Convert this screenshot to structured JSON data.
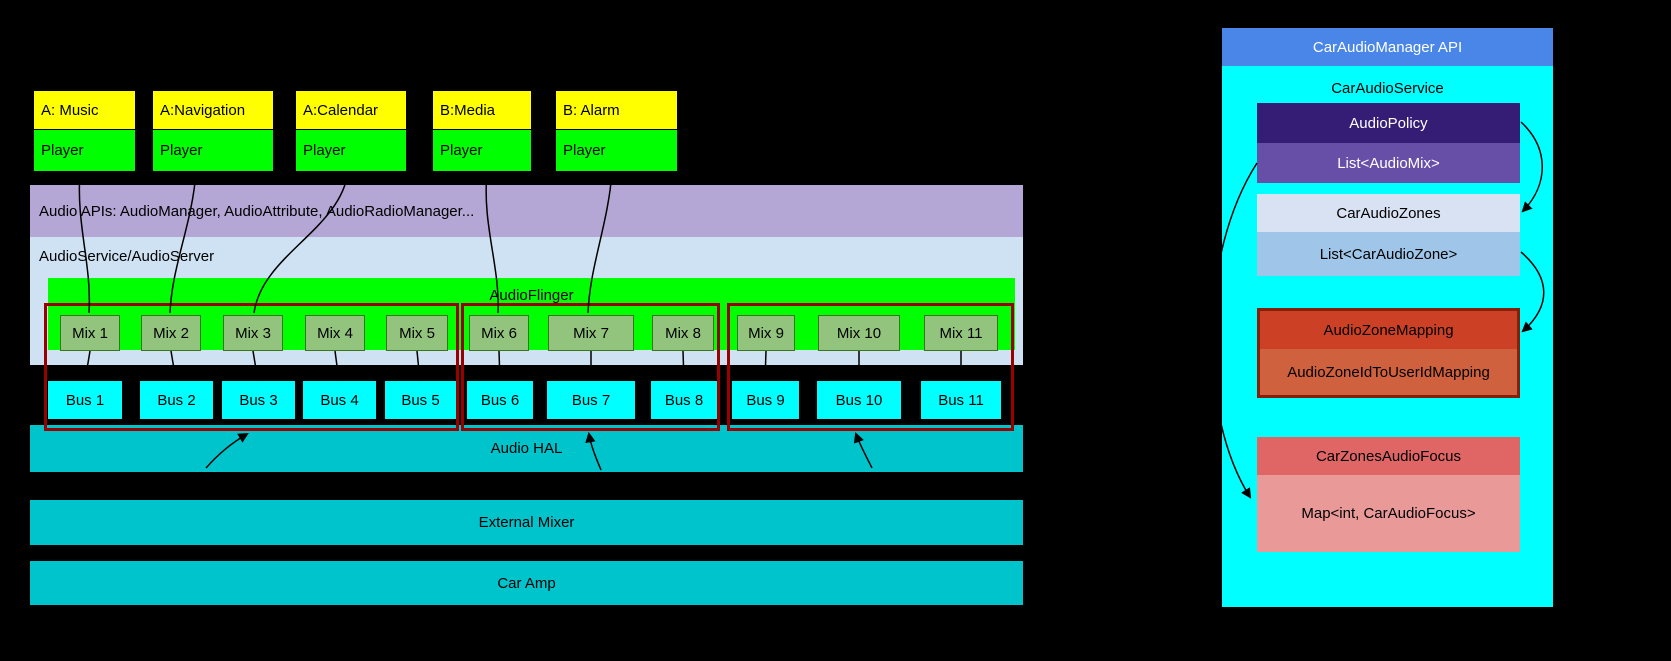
{
  "apps": [
    {
      "title": "A: Music",
      "player": "Player"
    },
    {
      "title": "A:Navigation",
      "player": "Player"
    },
    {
      "title": "A:Calendar",
      "player": "Player"
    },
    {
      "title": "B:Media",
      "player": "Player"
    },
    {
      "title": "B: Alarm",
      "player": "Player"
    }
  ],
  "android": {
    "audio_apis": "Audio APIs: AudioManager, AudioAttribute, AudioRadioManager...",
    "audio_service": "AudioService/AudioServer",
    "audio_flinger": "AudioFlinger",
    "mixes": [
      "Mix 1",
      "Mix 2",
      "Mix 3",
      "Mix 4",
      "Mix 5",
      "Mix 6",
      "Mix 7",
      "Mix 8",
      "Mix 9",
      "Mix 10",
      "Mix 11"
    ],
    "buses": [
      "Bus 1",
      "Bus 2",
      "Bus 3",
      "Bus 4",
      "Bus 5",
      "Bus 6",
      "Bus 7",
      "Bus 8",
      "Bus 9",
      "Bus 10",
      "Bus 11"
    ],
    "audio_hal": "Audio HAL",
    "external_mixer": "External Mixer",
    "car_amp": "Car Amp"
  },
  "panel": {
    "header": "CarAudioManager API",
    "title": "CarAudioService",
    "audio_policy": {
      "title": "AudioPolicy",
      "sub": "List<AudioMix>"
    },
    "car_audio_zones": {
      "title": "CarAudioZones",
      "sub": "List<CarAudioZone>"
    },
    "audio_zone_mapping": {
      "title": "AudioZoneMapping",
      "sub": "AudioZoneIdToUserIdMapping"
    },
    "car_zones_audio_focus": {
      "title": "CarZonesAudioFocus",
      "sub": "Map<int, CarAudioFocus>"
    }
  },
  "colors": {
    "app_header": "#ffff00",
    "player": "#00ff00",
    "audio_apis_bar": "#b4a7d6",
    "audio_service_bg": "#cfe2f3",
    "audio_flinger": "#00ff00",
    "mix_box": "#93c47d",
    "bus_box": "#00ffff",
    "group_outline": "#990000",
    "teal_bar": "#00c4cc",
    "panel_bg": "#00ffff",
    "panel_header": "#4a86e8",
    "audio_policy": "#351c75",
    "list_audio_mix": "#674ea7",
    "car_audio_zones": "#d9e2f3",
    "list_car_audio_zone": "#9fc5e8",
    "audio_zone_mapping": "#cc4125",
    "zone_mapping_border": "#85200c",
    "car_zones_audio_focus": "#e06666",
    "map_focus": "#ea9999"
  }
}
